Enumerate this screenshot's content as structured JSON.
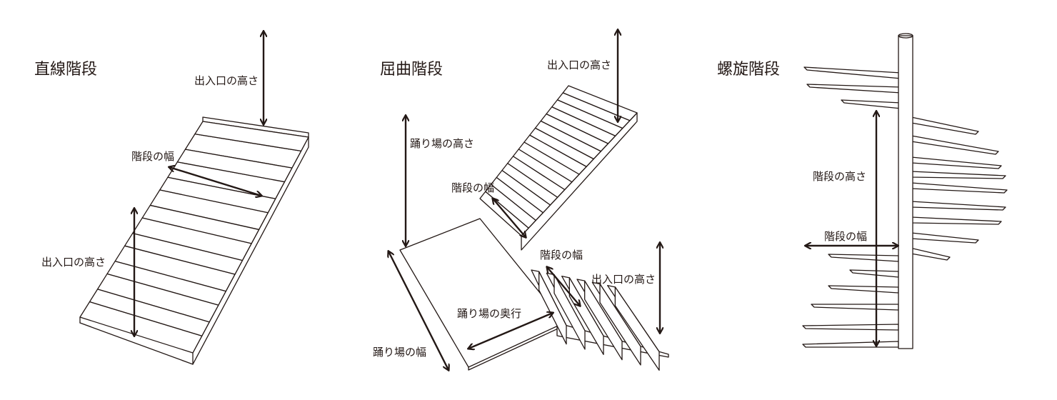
{
  "diagrams": [
    {
      "title": "直線階段",
      "labels": {
        "top_height": "出入口の高さ",
        "width": "階段の幅",
        "bottom_height": "出入口の高さ"
      }
    },
    {
      "title": "屈曲階段",
      "labels": {
        "top_height": "出入口の高さ",
        "landing_height": "踊り場の高さ",
        "upper_width": "階段の幅",
        "lower_width": "階段の幅",
        "bottom_height": "出入口の高さ",
        "landing_depth": "踊り場の奥行",
        "landing_width": "踊り場の幅"
      }
    },
    {
      "title": "螺旋階段",
      "labels": {
        "height": "階段の高さ",
        "width": "階段の幅"
      }
    }
  ],
  "colors": {
    "ink": "#231815",
    "background": "#ffffff"
  }
}
